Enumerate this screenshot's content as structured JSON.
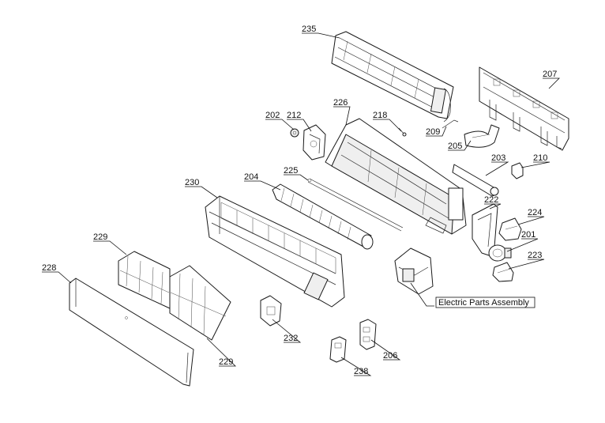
{
  "diagram": {
    "callouts": [
      {
        "id": "235",
        "text": "235"
      },
      {
        "id": "207",
        "text": "207"
      },
      {
        "id": "226",
        "text": "226"
      },
      {
        "id": "202",
        "text": "202"
      },
      {
        "id": "212",
        "text": "212"
      },
      {
        "id": "218",
        "text": "218"
      },
      {
        "id": "209",
        "text": "209"
      },
      {
        "id": "205",
        "text": "205"
      },
      {
        "id": "203",
        "text": "203"
      },
      {
        "id": "210",
        "text": "210"
      },
      {
        "id": "230",
        "text": "230"
      },
      {
        "id": "204",
        "text": "204"
      },
      {
        "id": "225",
        "text": "225"
      },
      {
        "id": "222",
        "text": "222"
      },
      {
        "id": "224",
        "text": "224"
      },
      {
        "id": "201",
        "text": "201"
      },
      {
        "id": "223",
        "text": "223"
      },
      {
        "id": "229a",
        "text": "229"
      },
      {
        "id": "228",
        "text": "228"
      },
      {
        "id": "229b",
        "text": "229"
      },
      {
        "id": "232",
        "text": "232"
      },
      {
        "id": "206",
        "text": "206"
      },
      {
        "id": "238",
        "text": "238"
      }
    ],
    "assembly_label": "Electric Parts Assembly"
  }
}
